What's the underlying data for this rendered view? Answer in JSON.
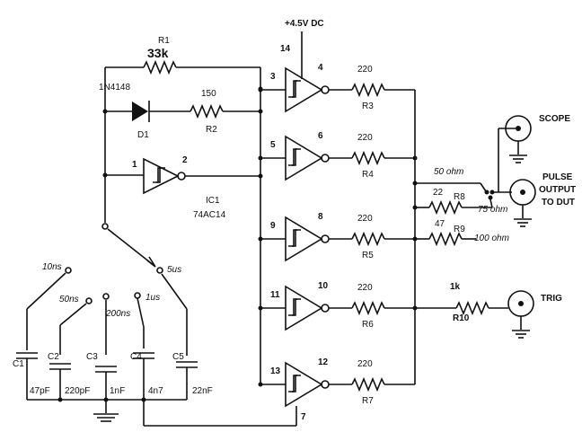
{
  "supply": {
    "label": "+4.5V DC",
    "pin": "14"
  },
  "gnd_pin": "7",
  "ic": {
    "name": "IC1",
    "part": "74AC14"
  },
  "r1": {
    "name": "R1",
    "value": "33k"
  },
  "d1": {
    "name": "D1",
    "part": "1N4148"
  },
  "r2": {
    "name": "R2",
    "value": "150"
  },
  "osc_gate": {
    "in": "1",
    "out": "2"
  },
  "gates": [
    {
      "in": "3",
      "out": "4",
      "r": "R3",
      "rv": "220"
    },
    {
      "in": "5",
      "out": "6",
      "r": "R4",
      "rv": "220"
    },
    {
      "in": "9",
      "out": "8",
      "r": "R5",
      "rv": "220"
    },
    {
      "in": "11",
      "out": "10",
      "r": "R6",
      "rv": "220"
    },
    {
      "in": "13",
      "out": "12",
      "r": "R7",
      "rv": "220"
    }
  ],
  "r8": {
    "name": "R8",
    "value": "22"
  },
  "r9": {
    "name": "R9",
    "value": "47"
  },
  "r10": {
    "name": "R10",
    "value": "1k"
  },
  "imp": {
    "a": "50 ohm",
    "b": "75 ohm",
    "c": "100 ohm"
  },
  "outputs": {
    "scope": "SCOPE",
    "pulse1": "PULSE",
    "pulse2": "OUTPUT",
    "pulse3": "TO DUT",
    "trig": "TRIG"
  },
  "ranges": [
    "10ns",
    "50ns",
    "200ns",
    "1us",
    "5us"
  ],
  "caps": [
    {
      "name": "C1",
      "value": "47pF"
    },
    {
      "name": "C2",
      "value": "220pF"
    },
    {
      "name": "C3",
      "value": "1nF"
    },
    {
      "name": "C4",
      "value": "4n7"
    },
    {
      "name": "C5",
      "value": "22nF"
    }
  ]
}
